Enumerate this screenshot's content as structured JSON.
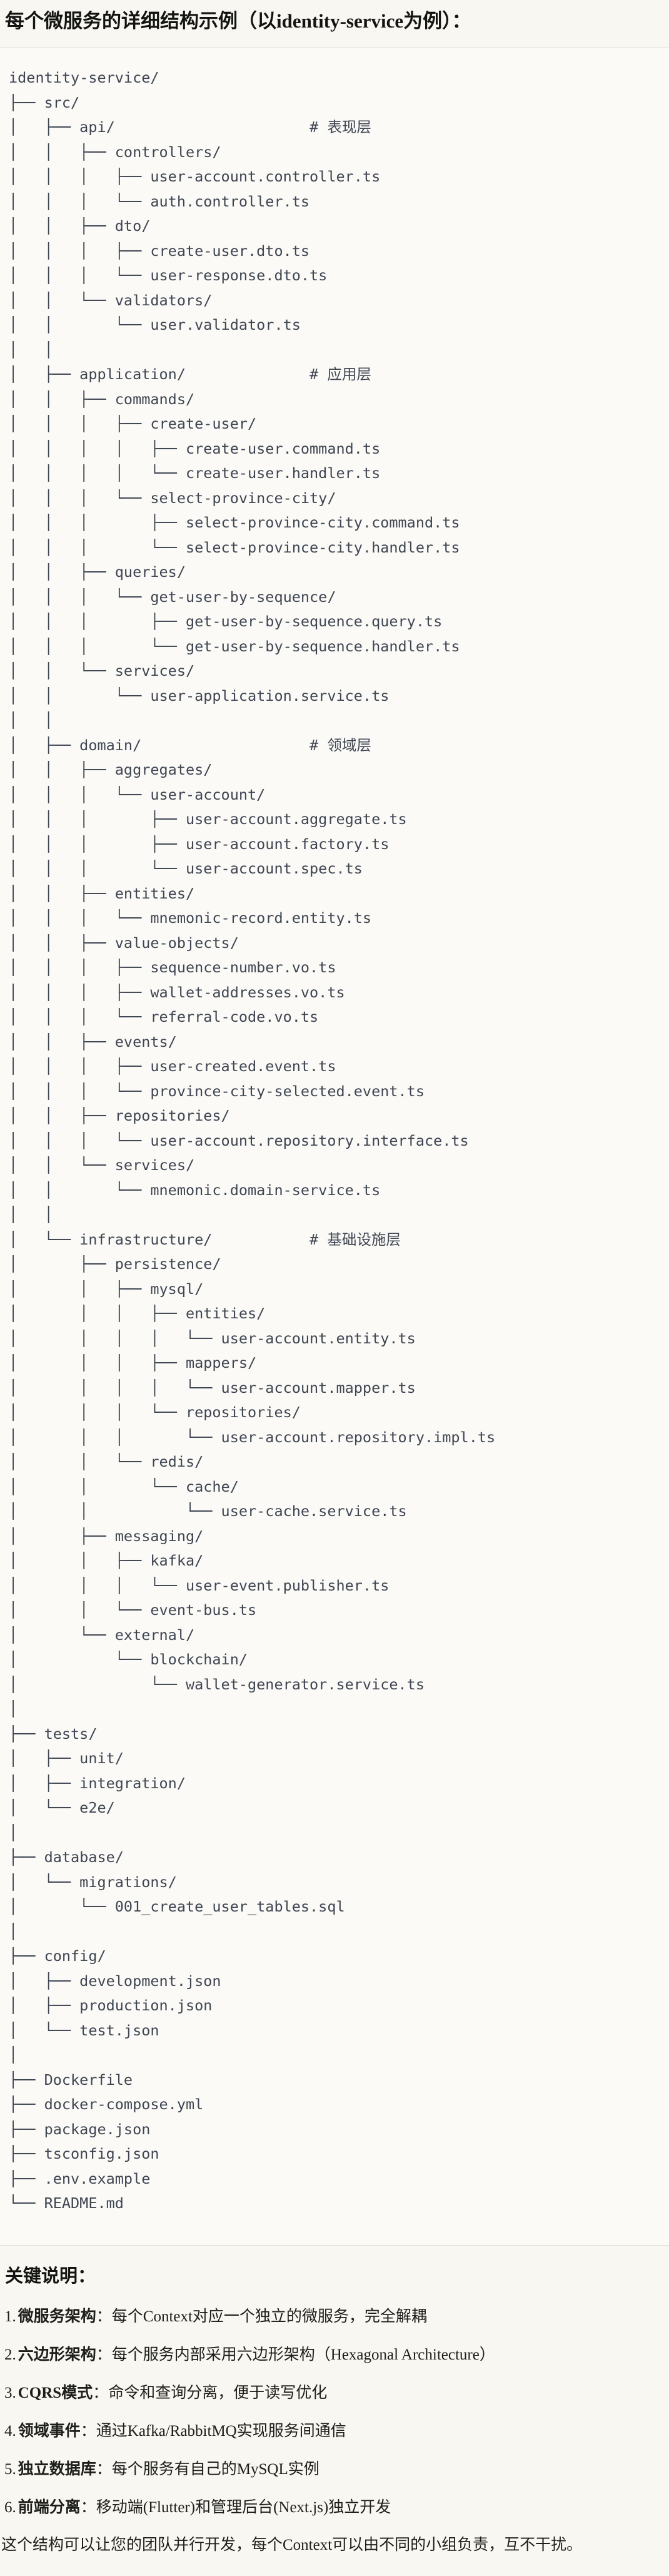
{
  "page": {
    "title": "每个微服务的详细结构示例（以identity-service为例）：",
    "colors": {
      "page_bg": "#f8f7f2",
      "code_bg": "#fbfaf7",
      "code_border": "#dedcd4",
      "tree_text": "#3f4652",
      "body_text": "#1e1e1b"
    }
  },
  "tree": {
    "lines": [
      "identity-service/",
      "├── src/",
      "│   ├── api/                      # 表现层",
      "│   │   ├── controllers/",
      "│   │   │   ├── user-account.controller.ts",
      "│   │   │   └── auth.controller.ts",
      "│   │   ├── dto/",
      "│   │   │   ├── create-user.dto.ts",
      "│   │   │   └── user-response.dto.ts",
      "│   │   └── validators/",
      "│   │       └── user.validator.ts",
      "│   │",
      "│   ├── application/              # 应用层",
      "│   │   ├── commands/",
      "│   │   │   ├── create-user/",
      "│   │   │   │   ├── create-user.command.ts",
      "│   │   │   │   └── create-user.handler.ts",
      "│   │   │   └── select-province-city/",
      "│   │   │       ├── select-province-city.command.ts",
      "│   │   │       └── select-province-city.handler.ts",
      "│   │   ├── queries/",
      "│   │   │   └── get-user-by-sequence/",
      "│   │   │       ├── get-user-by-sequence.query.ts",
      "│   │   │       └── get-user-by-sequence.handler.ts",
      "│   │   └── services/",
      "│   │       └── user-application.service.ts",
      "│   │",
      "│   ├── domain/                   # 领域层",
      "│   │   ├── aggregates/",
      "│   │   │   └── user-account/",
      "│   │   │       ├── user-account.aggregate.ts",
      "│   │   │       ├── user-account.factory.ts",
      "│   │   │       └── user-account.spec.ts",
      "│   │   ├── entities/",
      "│   │   │   └── mnemonic-record.entity.ts",
      "│   │   ├── value-objects/",
      "│   │   │   ├── sequence-number.vo.ts",
      "│   │   │   ├── wallet-addresses.vo.ts",
      "│   │   │   └── referral-code.vo.ts",
      "│   │   ├── events/",
      "│   │   │   ├── user-created.event.ts",
      "│   │   │   └── province-city-selected.event.ts",
      "│   │   ├── repositories/",
      "│   │   │   └── user-account.repository.interface.ts",
      "│   │   └── services/",
      "│   │       └── mnemonic.domain-service.ts",
      "│   │",
      "│   └── infrastructure/           # 基础设施层",
      "│       ├── persistence/",
      "│       │   ├── mysql/",
      "│       │   │   ├── entities/",
      "│       │   │   │   └── user-account.entity.ts",
      "│       │   │   ├── mappers/",
      "│       │   │   │   └── user-account.mapper.ts",
      "│       │   │   └── repositories/",
      "│       │   │       └── user-account.repository.impl.ts",
      "│       │   └── redis/",
      "│       │       └── cache/",
      "│       │           └── user-cache.service.ts",
      "│       ├── messaging/",
      "│       │   ├── kafka/",
      "│       │   │   └── user-event.publisher.ts",
      "│       │   └── event-bus.ts",
      "│       └── external/",
      "│           └── blockchain/",
      "│               └── wallet-generator.service.ts",
      "│",
      "├── tests/",
      "│   ├── unit/",
      "│   ├── integration/",
      "│   └── e2e/",
      "│",
      "├── database/",
      "│   └── migrations/",
      "│       └── 001_create_user_tables.sql",
      "│",
      "├── config/",
      "│   ├── development.json",
      "│   ├── production.json",
      "│   └── test.json",
      "│",
      "├── Dockerfile",
      "├── docker-compose.yml",
      "├── package.json",
      "├── tsconfig.json",
      "├── .env.example",
      "└── README.md"
    ]
  },
  "notes": {
    "heading": "关键说明：",
    "items": [
      {
        "num": "1.",
        "label": "微服务架构",
        "text": "：每个Context对应一个独立的微服务，完全解耦"
      },
      {
        "num": "2.",
        "label": "六边形架构",
        "text": "：每个服务内部采用六边形架构（Hexagonal Architecture）"
      },
      {
        "num": "3.",
        "label": "CQRS模式",
        "text": "：命令和查询分离，便于读写优化"
      },
      {
        "num": "4.",
        "label": "领域事件",
        "text": "：通过Kafka/RabbitMQ实现服务间通信"
      },
      {
        "num": "5.",
        "label": "独立数据库",
        "text": "：每个服务有自己的MySQL实例"
      },
      {
        "num": "6.",
        "label": "前端分离",
        "text": "：移动端(Flutter)和管理后台(Next.js)独立开发"
      }
    ],
    "footer": "这个结构可以让您的团队并行开发，每个Context可以由不同的小组负责，互不干扰。"
  }
}
